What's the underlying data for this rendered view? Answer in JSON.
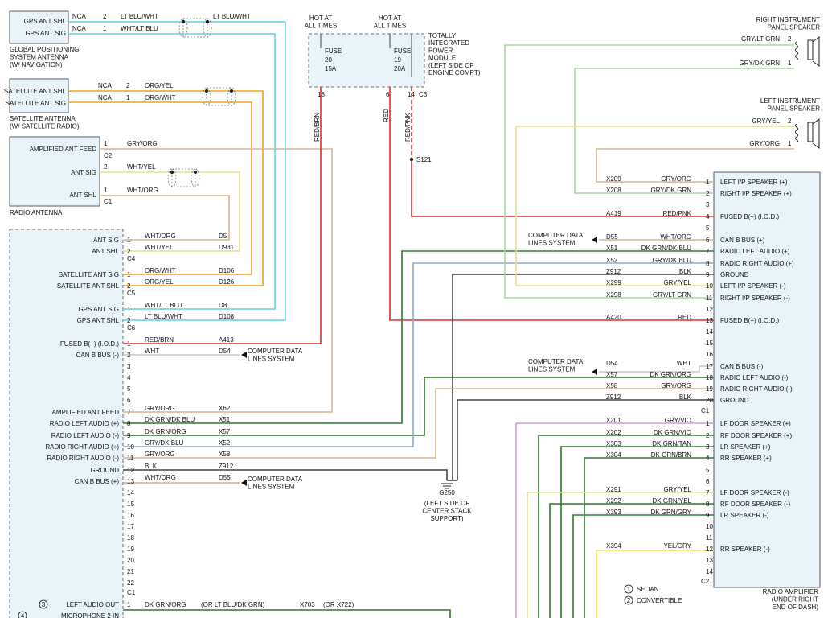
{
  "components": {
    "gps_antenna": {
      "title": "GLOBAL POSITIONING\nSYSTEM ANTENNA\n(W/ NAVIGATION)",
      "pins": [
        "GPS ANT SHL",
        "GPS ANT SIG"
      ]
    },
    "sat_antenna": {
      "title": "SATELLITE ANTENNA\n(W/ SATELLITE RADIO)",
      "pins": [
        "SATELLITE ANT SHL",
        "SATELLITE ANT SIG"
      ]
    },
    "radio_antenna": {
      "title": "RADIO ANTENNA",
      "pins": [
        "AMPLIFIED ANT FEED",
        "ANT SIG",
        "ANT SHL"
      ],
      "connectors": [
        "C2",
        "C1"
      ]
    },
    "tipm": {
      "title": "TOTALLY\nINTEGRATED\nPOWER\nMODULE\n(LEFT SIDE OF\nENGINE COMPT)",
      "hot1": "HOT AT\nALL TIMES",
      "hot2": "HOT AT\nALL TIMES",
      "fuse1": {
        "name": "FUSE",
        "num": "20",
        "amp": "15A",
        "pin": "18",
        "wire": "RED/BRN"
      },
      "fuse2": {
        "name": "FUSE",
        "num": "19",
        "amp": "20A",
        "pin": "6",
        "wire": "RED"
      },
      "pin3": {
        "pin": "14",
        "conn": "C3",
        "wire": "RED/PNK"
      }
    },
    "splice": "S121",
    "ground": {
      "name": "G250",
      "desc": "(LEFT SIDE OF\nCENTER STACK\nSUPPORT)"
    },
    "right_speaker": {
      "title": "RIGHT INSTRUMENT\nPANEL SPEAKER",
      "wires": [
        {
          "color": "GRY/LT GRN",
          "pin": "2"
        },
        {
          "color": "GRY/DK GRN",
          "pin": "1"
        }
      ]
    },
    "left_speaker": {
      "title": "LEFT INSTRUMENT\nPANEL SPEAKER",
      "wires": [
        {
          "color": "GRY/YEL",
          "pin": "2"
        },
        {
          "color": "GRY/ORG",
          "pin": "1"
        }
      ]
    },
    "amplifier": {
      "title": "RADIO AMPLIFIER\n(UNDER RIGHT\nEND OF DASH)"
    },
    "legend": [
      {
        "num": "1",
        "label": "SEDAN"
      },
      {
        "num": "2",
        "label": "CONVERTIBLE"
      }
    ]
  },
  "antenna_wires": [
    {
      "pin": "2",
      "label": "NCA",
      "color": "LT BLU/WHT",
      "color2": "LT BLU/WHT"
    },
    {
      "pin": "1",
      "label": "NCA",
      "color": "WHT/LT BLU"
    },
    {
      "pin": "2",
      "label": "NCA",
      "color": "ORG/YEL"
    },
    {
      "pin": "1",
      "label": "NCA",
      "color": "ORG/WHT"
    },
    {
      "pin": "1",
      "color": "GRY/ORG"
    },
    {
      "pin": "2",
      "color": "WHT/YEL"
    },
    {
      "pin": "1",
      "color": "WHT/ORG"
    }
  ],
  "radio_rows": [
    {
      "label": "ANT SIG",
      "pin": "1",
      "color": "WHT/ORG",
      "circuit": "D5"
    },
    {
      "label": "ANT SHL",
      "pin": "2",
      "color": "WHT/YEL",
      "circuit": "D931"
    },
    {
      "conn": "C4"
    },
    {
      "label": "SATELLITE ANT SIG",
      "pin": "1",
      "color": "ORG/WHT",
      "circuit": "D106"
    },
    {
      "label": "SATELLITE ANT SHL",
      "pin": "2",
      "color": "ORG/YEL",
      "circuit": "D126"
    },
    {
      "conn": "C5"
    },
    {
      "label": "GPS ANT SIG",
      "pin": "1",
      "color": "WHT/LT BLU",
      "circuit": "D8"
    },
    {
      "label": "GPS ANT SHL",
      "pin": "2",
      "color": "LT BLU/WHT",
      "circuit": "D108"
    },
    {
      "conn": "C6"
    },
    {
      "label": "FUSED B(+) (I.O.D.)",
      "pin": "1",
      "color": "RED/BRN",
      "circuit": "A413"
    },
    {
      "label": "CAN B BUS (-)",
      "pin": "2",
      "color": "WHT",
      "circuit": "D54"
    },
    {
      "pin": "3"
    },
    {
      "pin": "4"
    },
    {
      "pin": "5"
    },
    {
      "pin": "6"
    },
    {
      "label": "AMPLIFIED ANT FEED",
      "pin": "7",
      "color": "GRY/ORG",
      "circuit": "X62"
    },
    {
      "label": "RADIO LEFT AUDIO (+)",
      "pin": "8",
      "color": "DK GRN/DK BLU",
      "circuit": "X51"
    },
    {
      "label": "RADIO LEFT AUDIO (-)",
      "pin": "9",
      "color": "DK GRN/ORG",
      "circuit": "X57"
    },
    {
      "label": "RADIO RIGHT AUDIO (+)",
      "pin": "10",
      "color": "GRY/DK BLU",
      "circuit": "X52"
    },
    {
      "label": "RADIO RIGHT AUDIO (-)",
      "pin": "11",
      "color": "GRY/ORG",
      "circuit": "X58"
    },
    {
      "label": "GROUND",
      "pin": "12",
      "color": "BLK",
      "circuit": "Z912"
    },
    {
      "label": "CAN B BUS (+)",
      "pin": "13",
      "color": "WHT/ORG",
      "circuit": "D55"
    },
    {
      "pin": "14"
    },
    {
      "pin": "15"
    },
    {
      "pin": "16"
    },
    {
      "pin": "17"
    },
    {
      "pin": "18"
    },
    {
      "pin": "19"
    },
    {
      "pin": "20"
    },
    {
      "pin": "21"
    },
    {
      "pin": "22"
    },
    {
      "conn": "C1"
    }
  ],
  "computer_data": "COMPUTER DATA\nLINES SYSTEM",
  "bottom_row": {
    "circle1": "3",
    "label1": "LEFT AUDIO OUT",
    "pin1": "1",
    "color1": "DK GRN/ORG",
    "alt1": "(OR LT BLU/DK GRN)",
    "circuit1": "X703",
    "alt2": "(OR X722)",
    "circle2": "4",
    "label2": "MICROPHONE 2 IN"
  },
  "amp_rows": [
    {
      "circuit": "X209",
      "color": "GRY/ORG",
      "pin": "1",
      "label": "LEFT I/P SPEAKER (+)"
    },
    {
      "circuit": "X208",
      "color": "GRY/DK GRN",
      "pin": "2",
      "label": "RIGHT I/P SPEAKER (+)"
    },
    {
      "pin": "3"
    },
    {
      "circuit": "A419",
      "color": "RED/PNK",
      "pin": "4",
      "label": "FUSED B(+) (I.O.D.)"
    },
    {
      "pin": "5"
    },
    {
      "circuit": "D55",
      "color": "WHT/ORG",
      "pin": "6",
      "label": "CAN B BUS (+)"
    },
    {
      "circuit": "X51",
      "color": "DK GRN/DK BLU",
      "pin": "7",
      "label": "RADIO LEFT AUDIO (+)"
    },
    {
      "circuit": "X52",
      "color": "GRY/DK BLU",
      "pin": "8",
      "label": "RADIO RIGHT AUDIO (+)"
    },
    {
      "circuit": "Z912",
      "color": "BLK",
      "pin": "9",
      "label": "GROUND"
    },
    {
      "circuit": "X299",
      "color": "GRY/YEL",
      "pin": "10",
      "label": "LEFT I/P SPEAKER (-)"
    },
    {
      "circuit": "X298",
      "color": "GRY/LT GRN",
      "pin": "11",
      "label": "RIGHT I/P SPEAKER (-)"
    },
    {
      "pin": "12"
    },
    {
      "circuit": "A420",
      "color": "RED",
      "pin": "13",
      "label": "FUSED B(+) (I.O.D.)"
    },
    {
      "pin": "14"
    },
    {
      "pin": "15"
    },
    {
      "pin": "16"
    },
    {
      "circuit": "D54",
      "color": "WHT",
      "pin": "17",
      "label": "CAN B BUS (-)"
    },
    {
      "circuit": "X57",
      "color": "DK GRN/ORG",
      "pin": "18",
      "label": "RADIO LEFT AUDIO (-)"
    },
    {
      "circuit": "X58",
      "color": "GRY/ORG",
      "pin": "19",
      "label": "RADIO RIGHT AUDIO (-)"
    },
    {
      "circuit": "Z912",
      "color": "BLK",
      "pin": "20",
      "label": "GROUND"
    },
    {
      "conn": "C1"
    },
    {
      "circuit": "X201",
      "color": "GRY/VIO",
      "pin": "1",
      "label": "LF DOOR SPEAKER (+)"
    },
    {
      "circuit": "X202",
      "color": "DK GRN/VIO",
      "pin": "2",
      "label": "RF DOOR SPEAKER (+)"
    },
    {
      "circuit": "X303",
      "color": "DK GRN/TAN",
      "pin": "3",
      "label": "LR SPEAKER (+)"
    },
    {
      "circuit": "X304",
      "color": "DK GRN/BRN",
      "pin": "4",
      "label": "RR SPEAKER (+)"
    },
    {
      "pin": "5"
    },
    {
      "pin": "6"
    },
    {
      "circuit": "X291",
      "color": "GRY/YEL",
      "pin": "7",
      "label": "LF DOOR SPEAKER (-)"
    },
    {
      "circuit": "X292",
      "color": "DK GRN/YEL",
      "pin": "8",
      "label": "RF DOOR SPEAKER (-)"
    },
    {
      "circuit": "X393",
      "color": "DK GRN/GRY",
      "pin": "9",
      "label": "LR SPEAKER (-)"
    },
    {
      "pin": "10"
    },
    {
      "pin": "11"
    },
    {
      "circuit": "X394",
      "color": "YEL/GRY",
      "pin": "12",
      "label": "RR SPEAKER (-)"
    },
    {
      "pin": "13"
    },
    {
      "pin": "14"
    },
    {
      "conn": "C2"
    }
  ],
  "wire_colors": {
    "cyan": "#5fd3e6",
    "orange": "#f0a020",
    "tan": "#d9b48c",
    "yellow": "#e8e08a",
    "red": "#d93030",
    "gray": "#c8c8c8",
    "dkgreen": "#2f7a2f",
    "bluegray": "#8fa8c8",
    "black": "#444444",
    "ltgreen": "#a8d8a0",
    "violet": "#c8a0d8",
    "brightyel": "#f0e060"
  }
}
